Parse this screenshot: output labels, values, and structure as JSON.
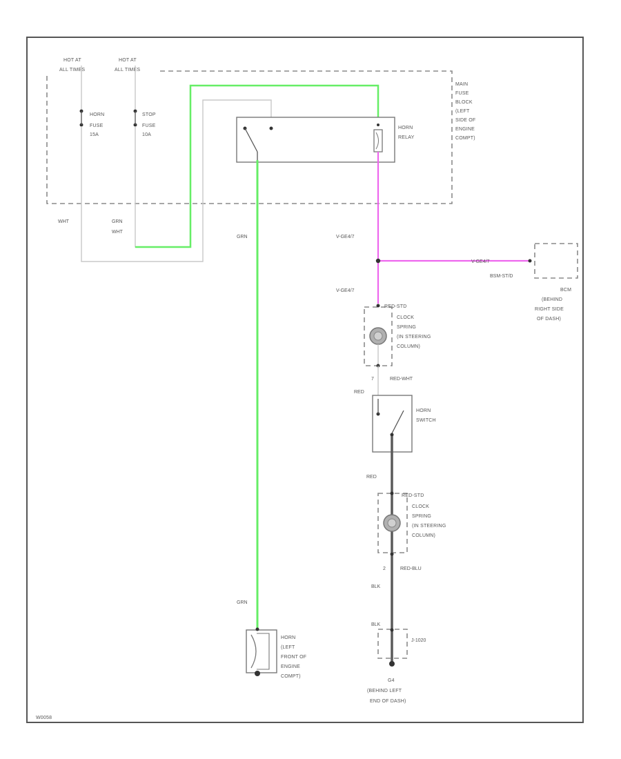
{
  "diagram_id": "W0058",
  "colors": {
    "green": "#66ee66",
    "magenta": "#ee66ee",
    "gray": "#c8c8c8",
    "dark": "#5a5a5a",
    "frame": "#555555"
  },
  "power": {
    "hot1": [
      "HOT AT",
      "ALL TIMES"
    ],
    "hot2": [
      "HOT AT",
      "ALL TIMES"
    ]
  },
  "fuses": {
    "horn": [
      "HORN",
      "FUSE",
      "15A"
    ],
    "stop": [
      "STOP",
      "FUSE",
      "10A"
    ]
  },
  "fuse_block": [
    "MAIN",
    "FUSE",
    "BLOCK",
    "(LEFT",
    "SIDE OF",
    "ENGINE",
    "COMPT)"
  ],
  "horn_relay": [
    "HORN",
    "RELAY"
  ],
  "wires": {
    "wht": "WHT",
    "grn_wht": [
      "GRN",
      "WHT"
    ],
    "grn_top": "GRN",
    "grn_bottom": "GRN",
    "conn_top": "V-GE4/7",
    "conn_mid": "V-GE4/7",
    "conn_right": "V-GE4/7",
    "conn_right_small": "BSM-ST/D",
    "red_wht": "RED-WHT",
    "red1": "RED",
    "red2": "RED",
    "blk1": "BLK",
    "blk2": "BLK",
    "pin7": "7",
    "pin2": "2",
    "conn_clock2": "RED-BLU"
  },
  "bcm": [
    "BCM",
    "(BEHIND",
    "RIGHT SIDE",
    "OF DASH)"
  ],
  "clock_spring_1": [
    "RED-STD",
    "CLOCK",
    "SPRING",
    "(IN STEERING",
    "COLUMN)"
  ],
  "horn_switch": [
    "HORN",
    "SWITCH"
  ],
  "clock_spring_2": [
    "RED-STD",
    "CLOCK",
    "SPRING",
    "(IN STEERING",
    "COLUMN)"
  ],
  "conn_ground": "J-1020",
  "ground": [
    "G4",
    "(BEHIND LEFT",
    "END OF DASH)"
  ],
  "horn": [
    "HORN",
    "(LEFT",
    "FRONT OF",
    "ENGINE",
    "COMPT)"
  ]
}
